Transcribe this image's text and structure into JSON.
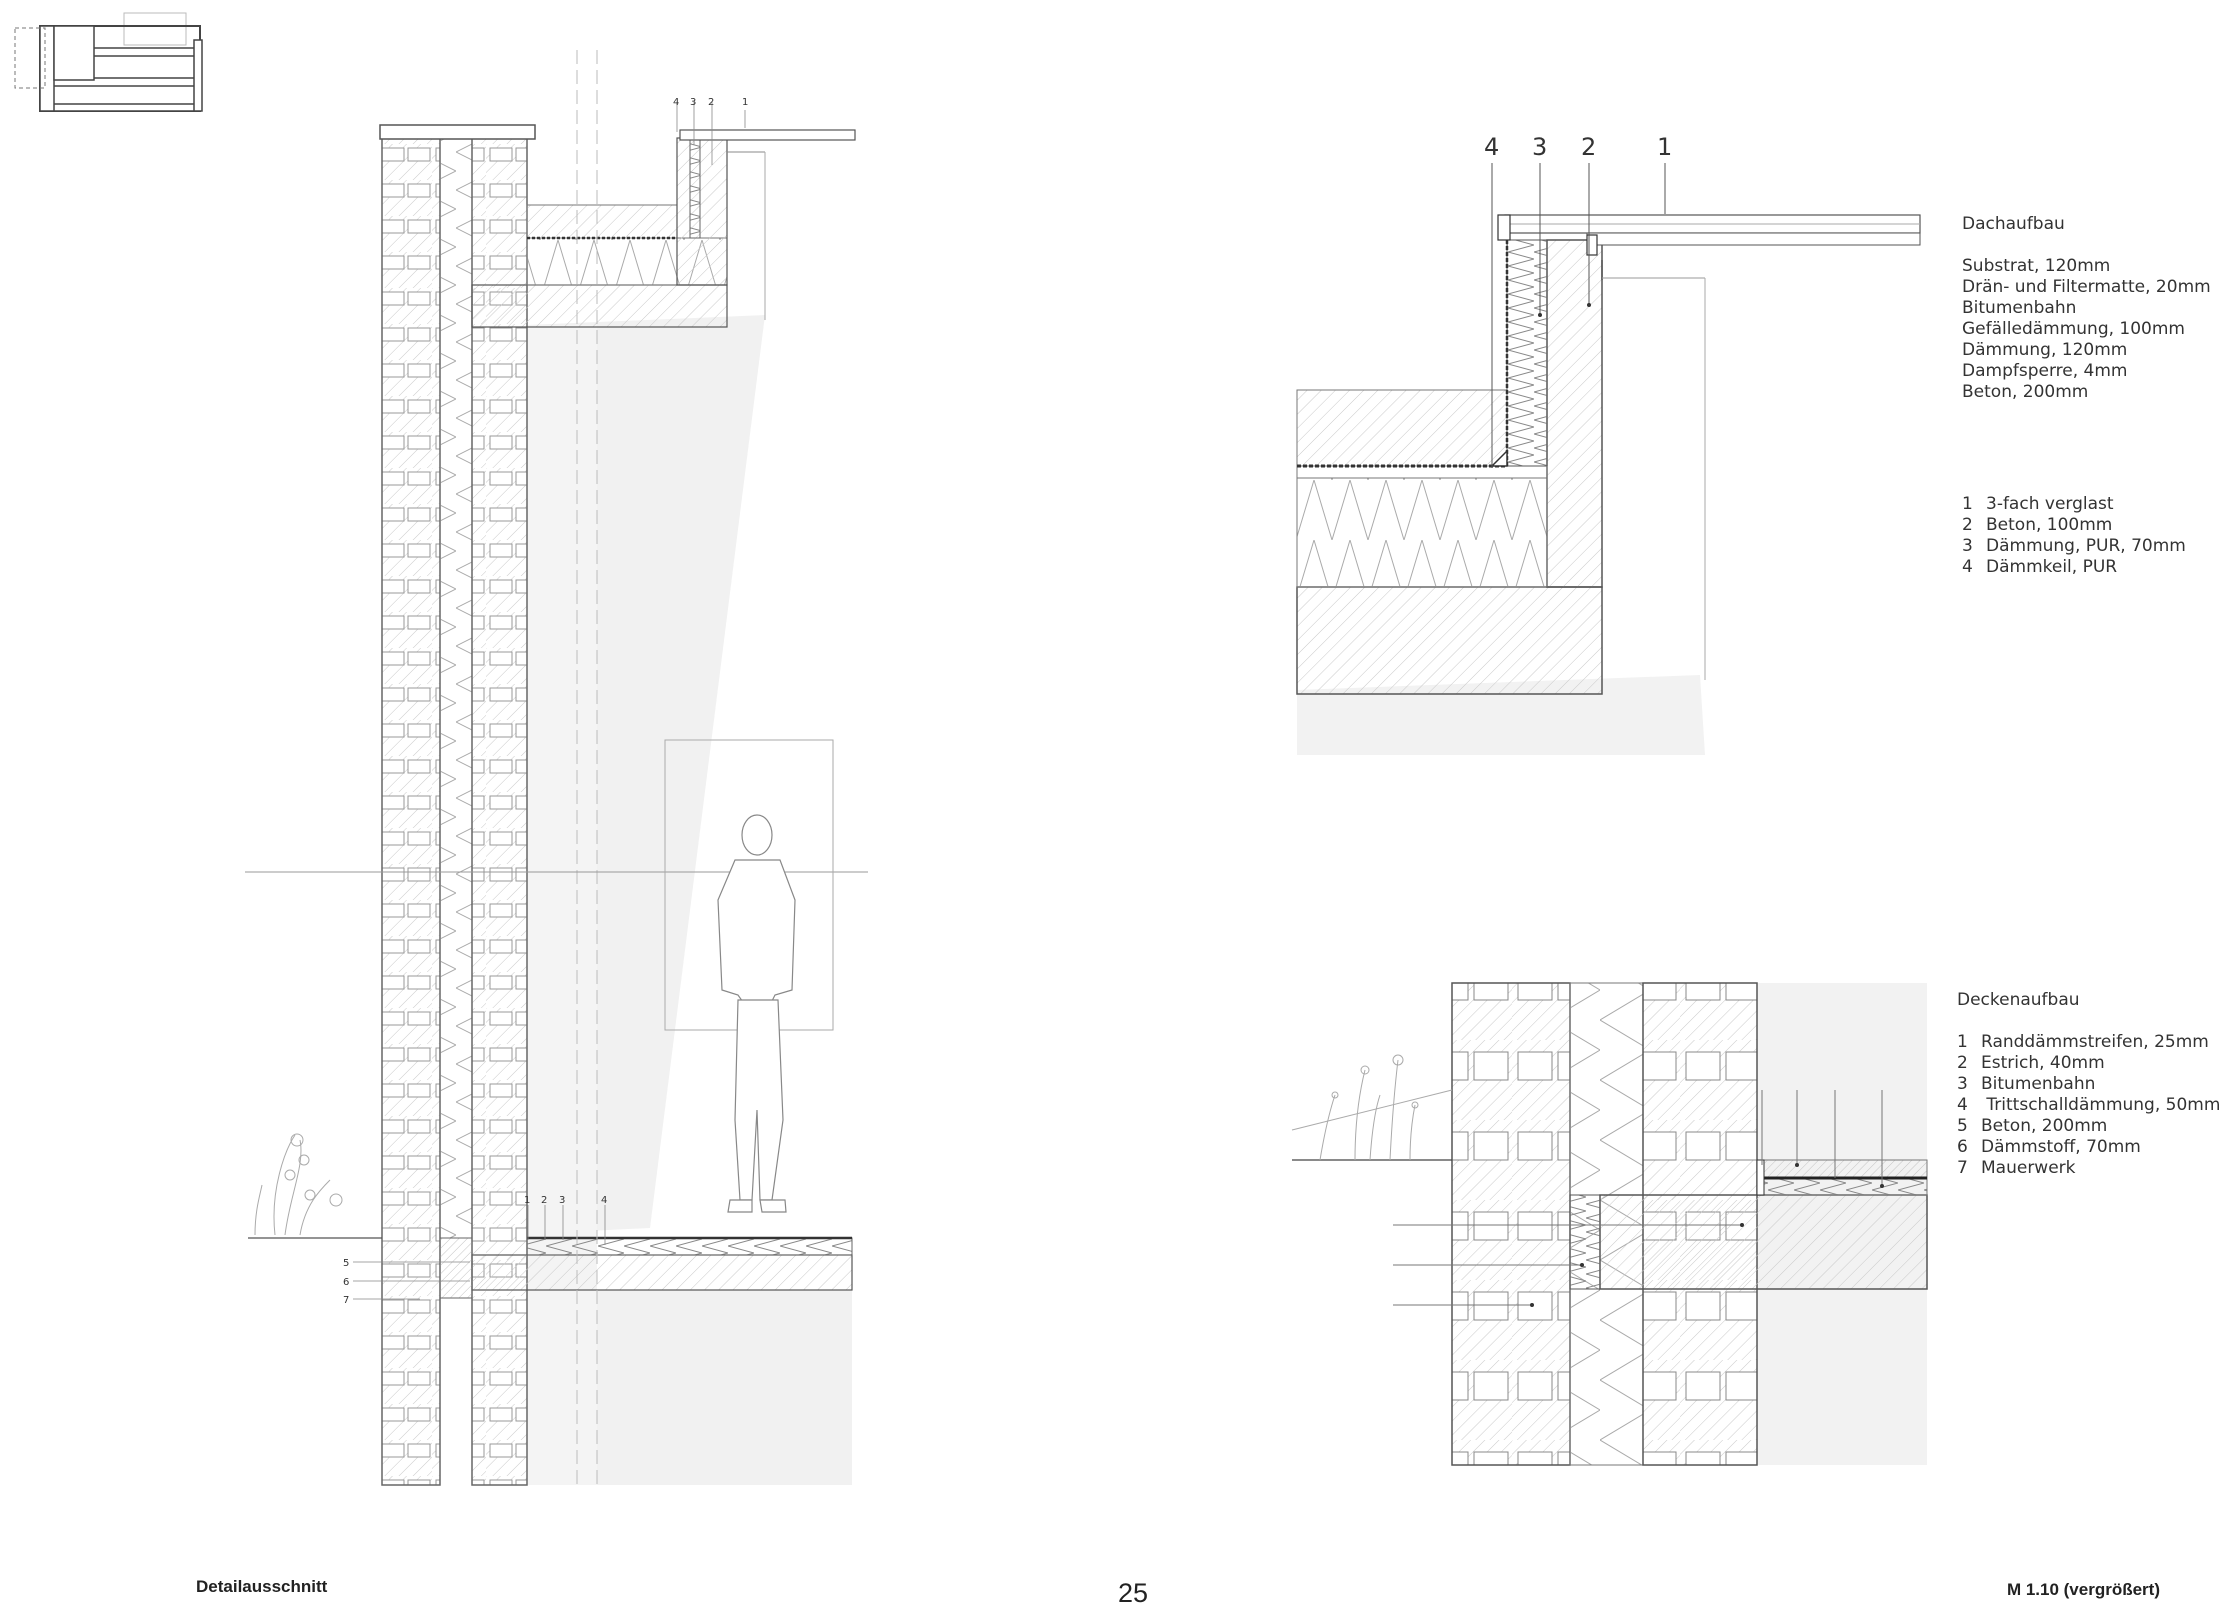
{
  "roof_legend": {
    "title": "Dachaufbau",
    "layers": [
      "Substrat, 120mm",
      "Drän- und Filtermatte, 20mm",
      "Bitumenbahn",
      "Gefälledämmung, 100mm",
      "Dämmung, 120mm",
      "Dampfsperre, 4mm",
      "Beton, 200mm"
    ]
  },
  "window_legend": {
    "items": [
      {
        "num": "1",
        "text": "3-fach verglast"
      },
      {
        "num": "2",
        "text": "Beton, 100mm"
      },
      {
        "num": "3",
        "text": "Dämmung, PUR, 70mm"
      },
      {
        "num": "4",
        "text": "Dämmkeil, PUR"
      }
    ]
  },
  "ceiling_legend": {
    "title": "Deckenaufbau",
    "items": [
      {
        "num": "1",
        "text": "Randdämmstreifen, 25mm"
      },
      {
        "num": "2",
        "text": "Estrich, 40mm"
      },
      {
        "num": "3",
        "text": "Bitumenbahn"
      },
      {
        "num": "4",
        "text": " Trittschalldämmung, 50mm"
      },
      {
        "num": "5",
        "text": "Beton, 200mm"
      },
      {
        "num": "6",
        "text": "Dämmstoff, 70mm"
      },
      {
        "num": "7",
        "text": "Mauerwerk"
      }
    ]
  },
  "callouts": {
    "top_detail": [
      "4",
      "3",
      "2",
      "1"
    ],
    "small_roof": [
      "4",
      "3",
      "2",
      "1"
    ],
    "small_floor": [
      "1",
      "2",
      "3"
    ],
    "small_floor_right": "4",
    "small_side": [
      "5",
      "6",
      "7"
    ]
  },
  "footer": {
    "left": "Detailausschnitt",
    "page": "25",
    "right": "M 1.10 (vergrößert)"
  }
}
